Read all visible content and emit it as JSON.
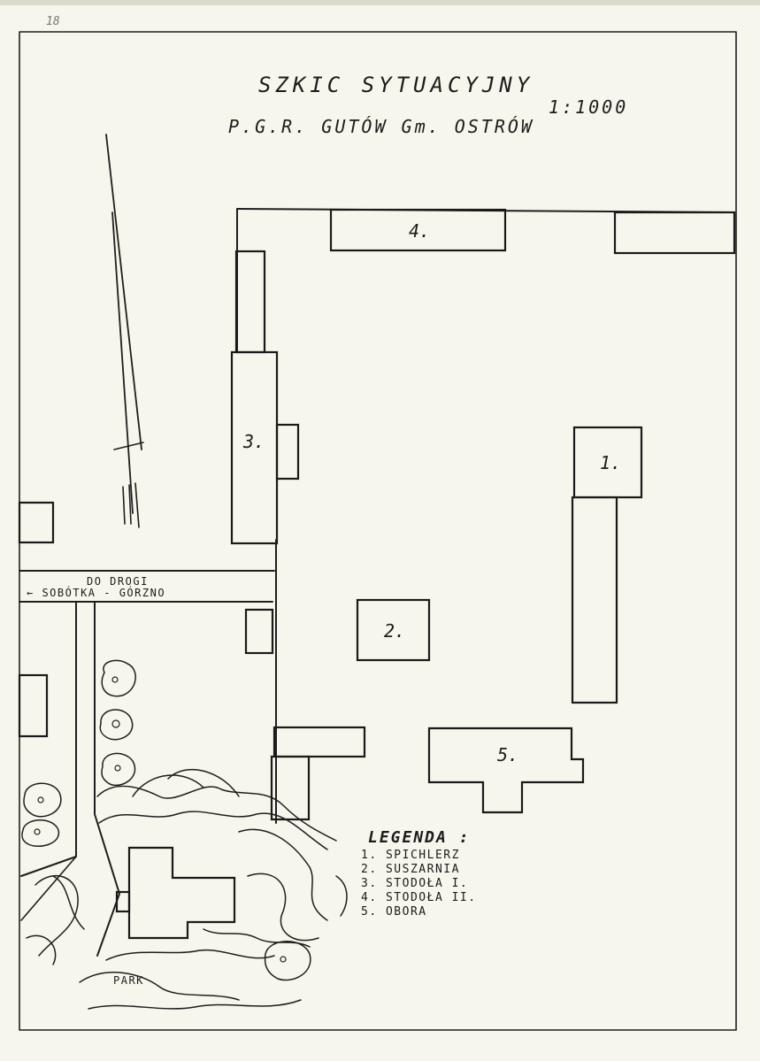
{
  "page_number": "18",
  "title": "SZKIC SYTUACYJNY",
  "scale": "1:1000",
  "subtitle": "P.G.R. GUTÓW Gm. OSTRÓW",
  "buildings": [
    {
      "label": "1."
    },
    {
      "label": "2."
    },
    {
      "label": "3."
    },
    {
      "label": "4."
    },
    {
      "label": "5."
    }
  ],
  "road": {
    "line1": "DO DROGI",
    "line2": "← SOBÓTKA - GÓRZNO"
  },
  "park_label": "PARK",
  "legend": {
    "title": "LEGENDA :",
    "items": [
      "1. SPICHLERZ",
      "2. SUSZARNIA",
      "3. STODOŁA I.",
      "4. STODOŁA II.",
      "5. OBORA"
    ]
  }
}
